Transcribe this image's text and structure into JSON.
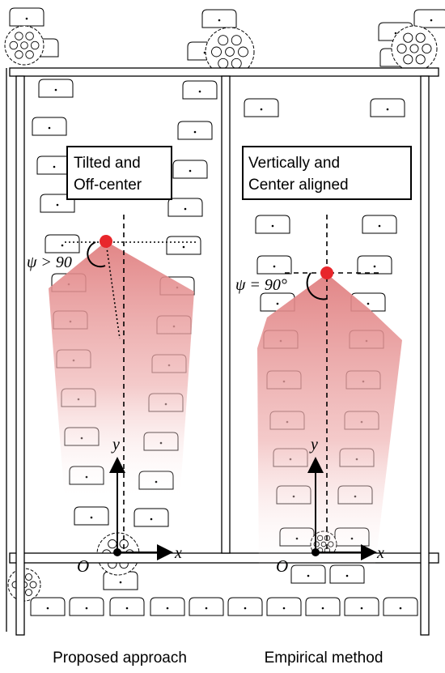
{
  "panels": [
    {
      "label_line1": "Tilted and",
      "label_line2": "Off-center",
      "angle_label": "ψ > 90",
      "caption": "Proposed approach",
      "axis_x": "x",
      "axis_y": "y",
      "origin": "O"
    },
    {
      "label_line1": "Vertically and",
      "label_line2": "Center  aligned",
      "angle_label": "ψ = 90°",
      "caption": "Empirical method",
      "axis_x": "x",
      "axis_y": "y",
      "origin": "O"
    }
  ],
  "colors": {
    "camera_dot": "#e8262b",
    "fov_fill": "#e89a9a",
    "line": "#000000"
  }
}
